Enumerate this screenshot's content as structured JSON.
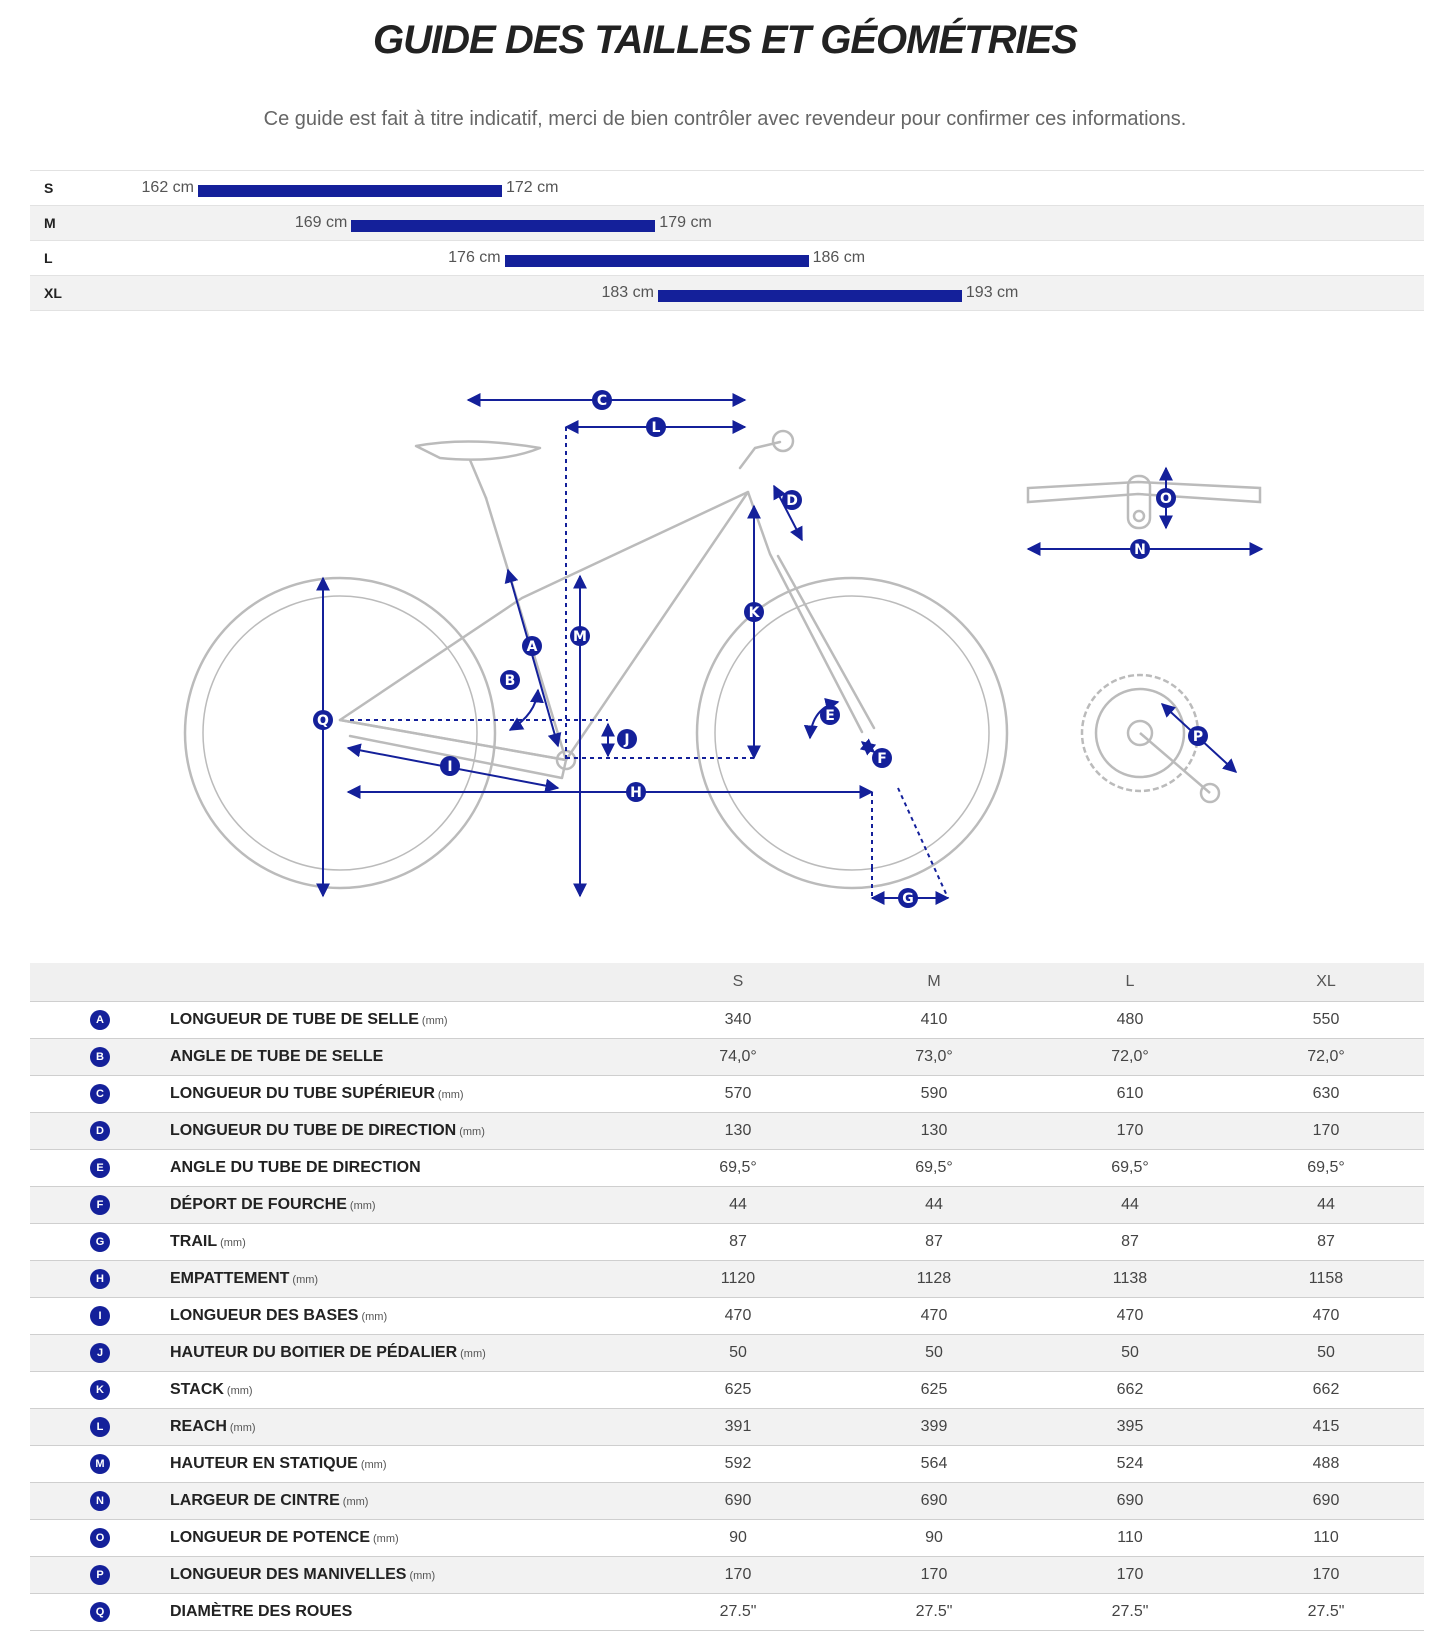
{
  "title": "GUIDE DES TAILLES ET GÉOMÉTRIES",
  "subtitle": "Ce guide est fait à titre indicatif, merci de bien contrôler avec revendeur pour confirmer ces informations.",
  "colors": {
    "accent": "#14209a",
    "frame": "#bbbbbb"
  },
  "size_ranges": [
    {
      "size": "S",
      "min": "162 cm",
      "max": "172 cm",
      "min_cm": 162,
      "max_cm": 172
    },
    {
      "size": "M",
      "min": "169 cm",
      "max": "179 cm",
      "min_cm": 169,
      "max_cm": 179
    },
    {
      "size": "L",
      "min": "176 cm",
      "max": "186 cm",
      "min_cm": 176,
      "max_cm": 186
    },
    {
      "size": "XL",
      "min": "183 cm",
      "max": "193 cm",
      "min_cm": 183,
      "max_cm": 193
    }
  ],
  "diagram_labels": {
    "A": "A",
    "B": "B",
    "C": "C",
    "D": "D",
    "E": "E",
    "F": "F",
    "G": "G",
    "H": "H",
    "I": "I",
    "J": "J",
    "K": "K",
    "L": "L",
    "M": "M",
    "N": "N",
    "O": "O",
    "P": "P",
    "Q": "Q"
  },
  "geometry": {
    "columns": [
      "S",
      "M",
      "L",
      "XL"
    ],
    "rows": [
      {
        "code": "A",
        "label": "LONGUEUR DE TUBE DE SELLE",
        "unit": "(mm)",
        "values": [
          "340",
          "410",
          "480",
          "550"
        ]
      },
      {
        "code": "B",
        "label": "ANGLE DE TUBE DE SELLE",
        "unit": "",
        "values": [
          "74,0°",
          "73,0°",
          "72,0°",
          "72,0°"
        ]
      },
      {
        "code": "C",
        "label": "LONGUEUR DU TUBE SUPÉRIEUR",
        "unit": "(mm)",
        "values": [
          "570",
          "590",
          "610",
          "630"
        ]
      },
      {
        "code": "D",
        "label": "LONGUEUR DU TUBE DE DIRECTION",
        "unit": "(mm)",
        "values": [
          "130",
          "130",
          "170",
          "170"
        ]
      },
      {
        "code": "E",
        "label": "ANGLE DU TUBE DE DIRECTION",
        "unit": "",
        "values": [
          "69,5°",
          "69,5°",
          "69,5°",
          "69,5°"
        ]
      },
      {
        "code": "F",
        "label": "DÉPORT DE FOURCHE",
        "unit": "(mm)",
        "values": [
          "44",
          "44",
          "44",
          "44"
        ]
      },
      {
        "code": "G",
        "label": "TRAIL",
        "unit": "(mm)",
        "values": [
          "87",
          "87",
          "87",
          "87"
        ]
      },
      {
        "code": "H",
        "label": "EMPATTEMENT",
        "unit": "(mm)",
        "values": [
          "1120",
          "1128",
          "1138",
          "1158"
        ]
      },
      {
        "code": "I",
        "label": "LONGUEUR DES BASES",
        "unit": "(mm)",
        "values": [
          "470",
          "470",
          "470",
          "470"
        ]
      },
      {
        "code": "J",
        "label": "HAUTEUR DU BOITIER DE PÉDALIER",
        "unit": "(mm)",
        "values": [
          "50",
          "50",
          "50",
          "50"
        ]
      },
      {
        "code": "K",
        "label": "STACK",
        "unit": "(mm)",
        "values": [
          "625",
          "625",
          "662",
          "662"
        ]
      },
      {
        "code": "L",
        "label": "REACH",
        "unit": "(mm)",
        "values": [
          "391",
          "399",
          "395",
          "415"
        ]
      },
      {
        "code": "M",
        "label": "HAUTEUR EN STATIQUE",
        "unit": "(mm)",
        "values": [
          "592",
          "564",
          "524",
          "488"
        ]
      },
      {
        "code": "N",
        "label": "LARGEUR DE CINTRE",
        "unit": "(mm)",
        "values": [
          "690",
          "690",
          "690",
          "690"
        ]
      },
      {
        "code": "O",
        "label": "LONGUEUR DE POTENCE",
        "unit": "(mm)",
        "values": [
          "90",
          "90",
          "110",
          "110"
        ]
      },
      {
        "code": "P",
        "label": "LONGUEUR DES MANIVELLES",
        "unit": "(mm)",
        "values": [
          "170",
          "170",
          "170",
          "170"
        ]
      },
      {
        "code": "Q",
        "label": "DIAMÈTRE DES ROUES",
        "unit": "",
        "values": [
          "27.5\"",
          "27.5\"",
          "27.5\"",
          "27.5\""
        ]
      }
    ]
  }
}
